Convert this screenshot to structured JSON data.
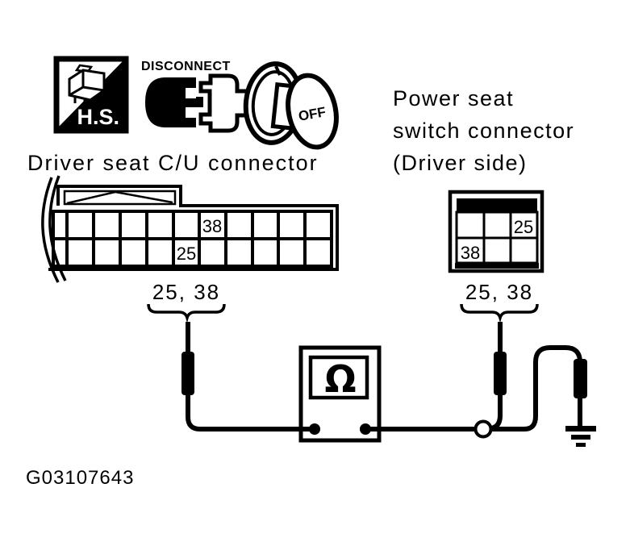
{
  "figure": {
    "code": "G03107643"
  },
  "header_icons": {
    "hs": {
      "label": "H.S."
    },
    "disconnect": {
      "label": "DISCONNECT"
    },
    "ignition": {
      "label": "OFF"
    }
  },
  "connectors": {
    "left": {
      "title": "Driver seat C/U connector",
      "pin_top_row": "38",
      "pin_bottom_row": "25",
      "pins_label": "25, 38"
    },
    "right": {
      "title_lines": [
        "Power seat",
        "switch connector",
        "(Driver side)"
      ],
      "cells": {
        "row1": [
          "",
          "",
          "25"
        ],
        "row2": [
          "38",
          "",
          ""
        ]
      },
      "pins_label": "25, 38"
    }
  },
  "meter": {
    "symbol": "Ω"
  },
  "colors": {
    "ink": "#000000",
    "paper": "#ffffff"
  }
}
